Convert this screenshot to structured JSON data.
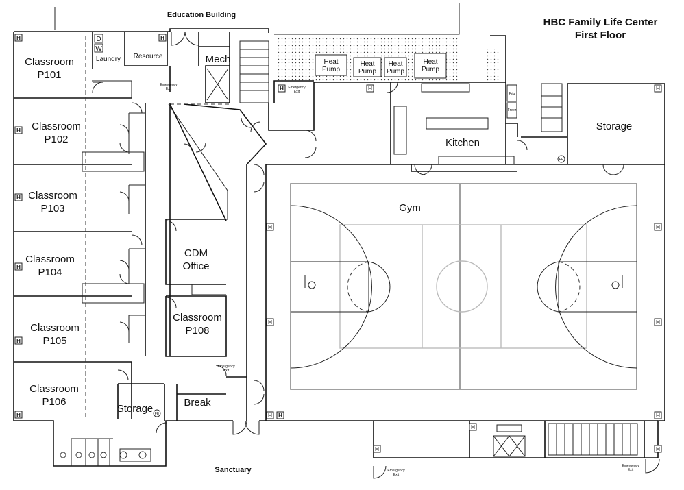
{
  "header": {
    "title_line1": "HBC Family Life Center",
    "title_line2": "First Floor",
    "top_label": "Education Building",
    "bottom_label": "Sanctuary"
  },
  "rooms": {
    "p101": [
      "Classroom",
      "P101"
    ],
    "p102": [
      "Classroom",
      "P102"
    ],
    "p103": [
      "Classroom",
      "P103"
    ],
    "p104": [
      "Classroom",
      "P104"
    ],
    "p105": [
      "Classroom",
      "P105"
    ],
    "p106": [
      "Classroom",
      "P106"
    ],
    "p108": [
      "Classroom",
      "P108"
    ],
    "cdm": [
      "CDM",
      "Office"
    ],
    "laundry": "Laundry",
    "resource": "Resource",
    "mech": "Mech",
    "storage_left": "Storage",
    "break_room": "Break",
    "kitchen": "Kitchen",
    "storage_right": "Storage",
    "gym": "Gym"
  },
  "heat_pumps": [
    [
      "Heat",
      "Pump"
    ],
    [
      "Heat",
      "Pump"
    ],
    [
      "Heat",
      "Pump"
    ],
    [
      "Heat",
      "Pump"
    ]
  ],
  "emergency_exit": [
    "Emergency",
    "Exit"
  ],
  "marks": {
    "hydrant": "H",
    "dryer": "D",
    "washer": "W",
    "fridge": "Frig",
    "freezer": "Freez",
    "fire": "FE"
  }
}
